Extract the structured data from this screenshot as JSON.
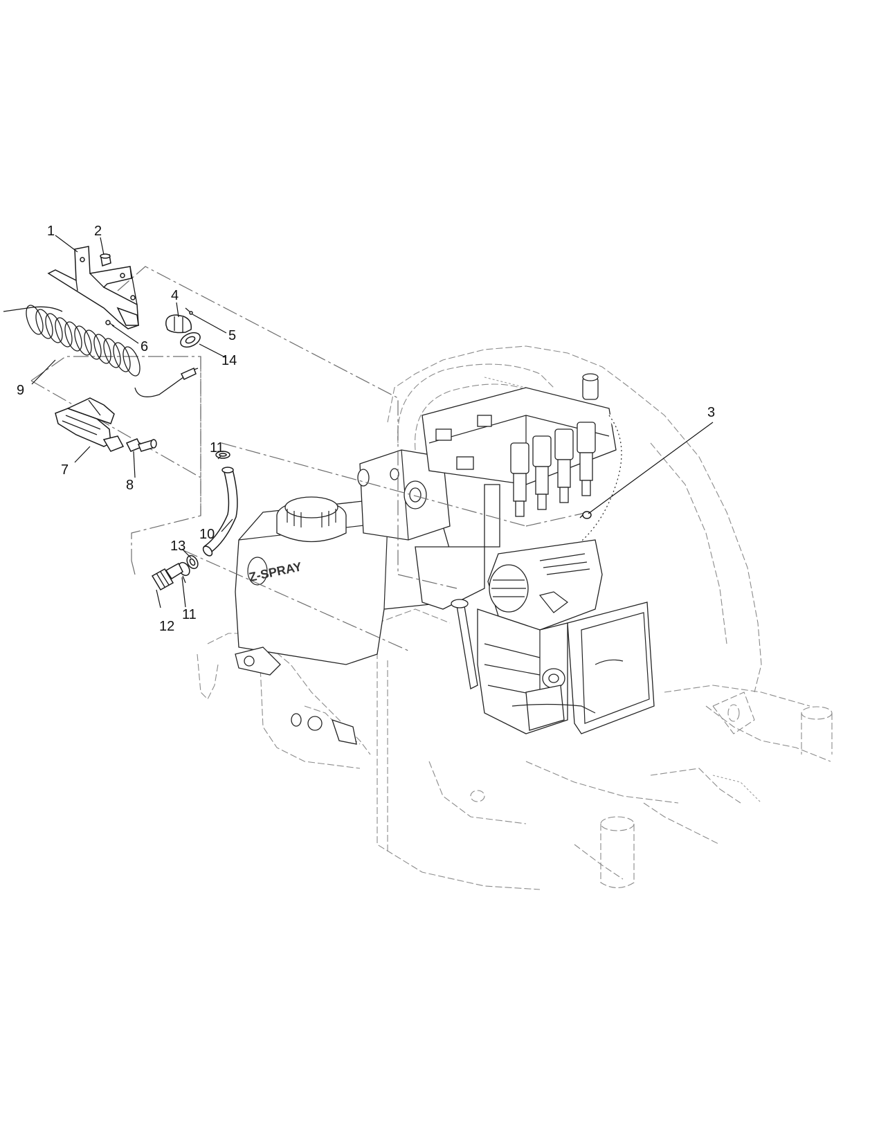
{
  "diagram": {
    "callouts": [
      {
        "id": "1",
        "label": "1"
      },
      {
        "id": "2",
        "label": "2"
      },
      {
        "id": "3",
        "label": "3"
      },
      {
        "id": "4",
        "label": "4"
      },
      {
        "id": "5",
        "label": "5"
      },
      {
        "id": "6",
        "label": "6"
      },
      {
        "id": "7",
        "label": "7"
      },
      {
        "id": "8",
        "label": "8"
      },
      {
        "id": "9",
        "label": "9"
      },
      {
        "id": "10",
        "label": "10"
      },
      {
        "id": "11a",
        "label": "11"
      },
      {
        "id": "11b",
        "label": "11"
      },
      {
        "id": "12",
        "label": "12"
      },
      {
        "id": "13",
        "label": "13"
      },
      {
        "id": "14",
        "label": "14"
      }
    ],
    "tank_logo": "Z-SPRAY"
  }
}
